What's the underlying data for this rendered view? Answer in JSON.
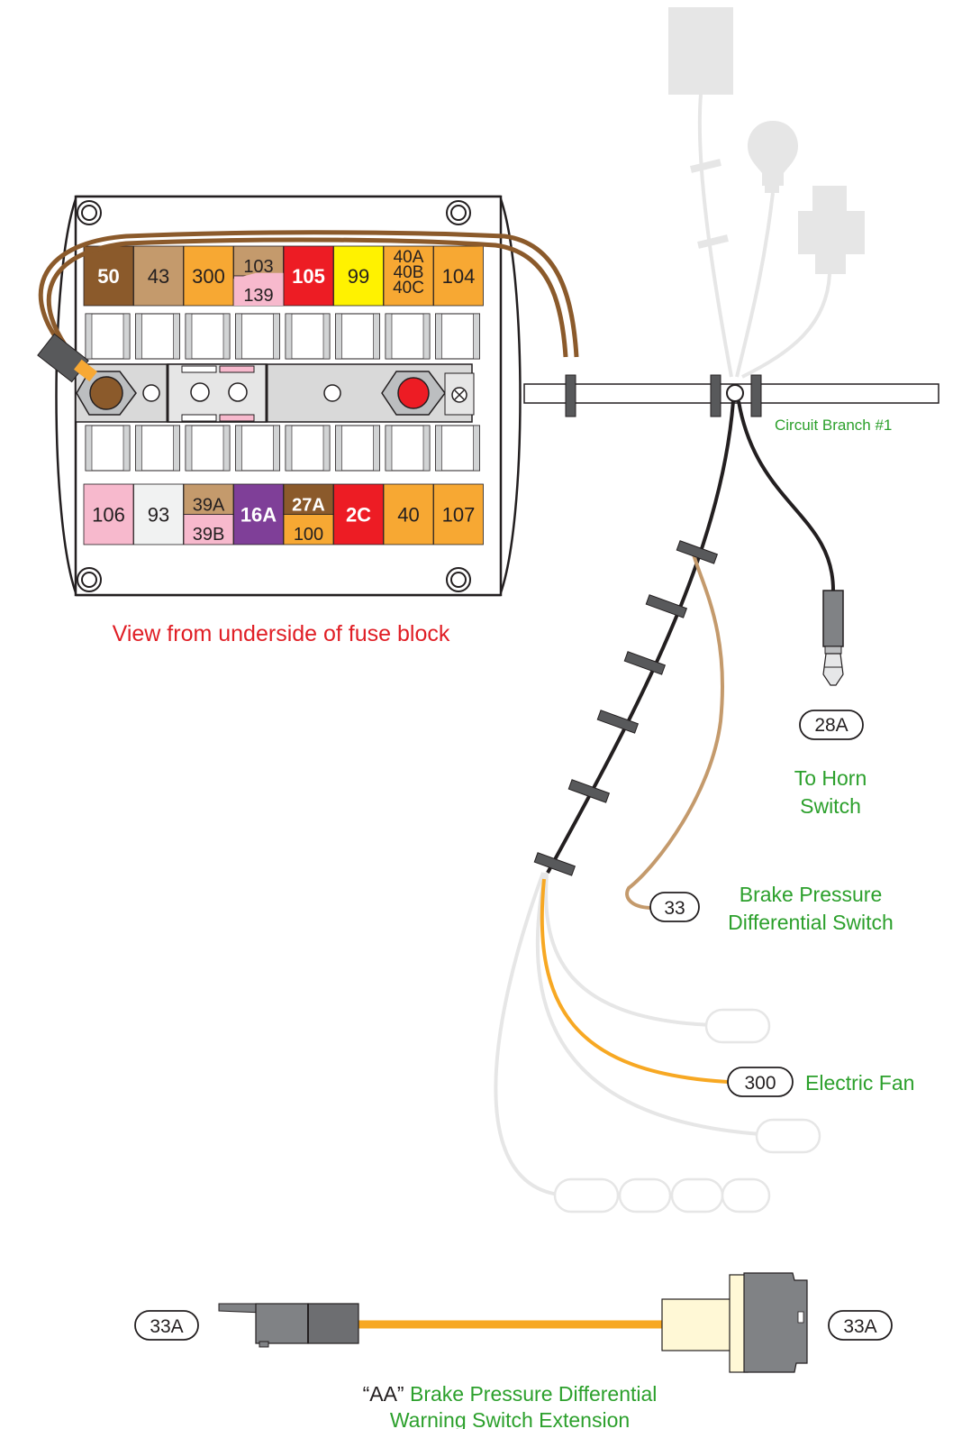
{
  "colors": {
    "green_text": "#2ca02c",
    "red_text": "#e01e25",
    "wire_tan": "#c49a6c",
    "wire_orange": "#f7a823",
    "wire_black": "#231f20",
    "ghost_gray": "#e6e6e6",
    "fuse_brown_dark": "#8b5a2b",
    "fuse_tan": "#c49a6c",
    "fuse_orange": "#f7a833",
    "fuse_red": "#ed1c24",
    "fuse_yellow": "#fff200",
    "fuse_pink": "#f7b9cd",
    "fuse_white": "#f1f2f2",
    "fuse_purple": "#7f3f98"
  },
  "fuse_block": {
    "caption": "View from underside of fuse block",
    "top_row": [
      {
        "label": "50",
        "color": "#8b5a2b",
        "text_color": "#ffffff",
        "bold": true
      },
      {
        "label": "43",
        "color": "#c49a6c",
        "text_color": "#231f20"
      },
      {
        "label": "300",
        "color": "#f7a833",
        "text_color": "#231f20"
      },
      {
        "label_top": "103",
        "label_bottom": "139",
        "color_top": "#c49a6c",
        "color_bottom": "#f7b9cd",
        "split": true
      },
      {
        "label": "105",
        "color": "#ed1c24",
        "text_color": "#ffffff",
        "bold": true
      },
      {
        "label": "99",
        "color": "#fff200",
        "text_color": "#231f20"
      },
      {
        "label_1": "40A",
        "label_2": "40B",
        "label_3": "40C",
        "color": "#f7a833",
        "text_color": "#231f20",
        "stack3": true
      },
      {
        "label": "104",
        "color": "#f7a833",
        "text_color": "#231f20"
      }
    ],
    "bottom_row": [
      {
        "label": "106",
        "color": "#f7b9cd",
        "text_color": "#231f20"
      },
      {
        "label": "93",
        "color": "#f1f2f2",
        "text_color": "#231f20"
      },
      {
        "label_top": "39A",
        "label_bottom": "39B",
        "color_top": "#c49a6c",
        "color_bottom": "#f7b9cd",
        "split": true
      },
      {
        "label": "16A",
        "color": "#7f3f98",
        "text_color": "#ffffff",
        "bold": true
      },
      {
        "label_top": "27A",
        "label_bottom": "100",
        "color_top": "#8b5a2b",
        "color_bottom": "#f7a833",
        "split": true,
        "top_white": true
      },
      {
        "label": "2C",
        "color": "#ed1c24",
        "text_color": "#ffffff",
        "bold": true
      },
      {
        "label": "40",
        "color": "#f7a833",
        "text_color": "#231f20"
      },
      {
        "label": "107",
        "color": "#f7a833",
        "text_color": "#231f20"
      }
    ]
  },
  "harness": {
    "branch_label": "Circuit Branch #1"
  },
  "connectors": {
    "horn": {
      "id": "28A",
      "label_line1": "To Horn",
      "label_line2": "Switch"
    },
    "brake": {
      "id": "33",
      "label_line1": "Brake Pressure",
      "label_line2": "Differential Switch"
    },
    "fan": {
      "id": "300",
      "label": "Electric Fan"
    }
  },
  "extension": {
    "left_id": "33A",
    "right_id": "33A",
    "label_quote": "“AA”",
    "label_line1_rest": " Brake Pressure Differential",
    "label_line2": "Warning Switch Extension"
  }
}
